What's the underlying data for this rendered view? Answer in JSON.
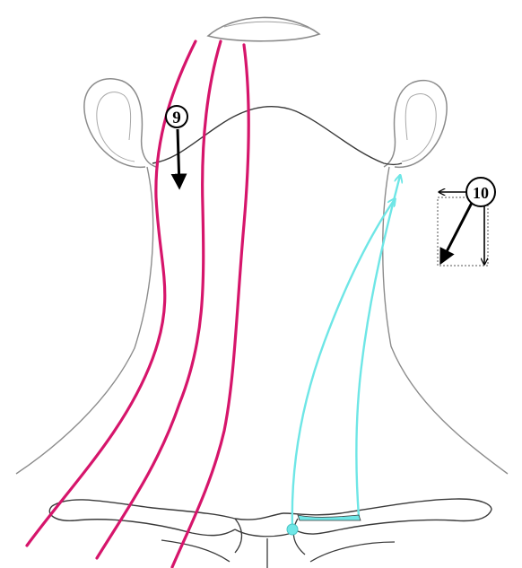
{
  "markers": [
    {
      "id": "marker-9",
      "label": "9"
    },
    {
      "id": "marker-10",
      "label": "10"
    }
  ],
  "colors": {
    "outline": "#8c8c8c",
    "contour": "#3a3a3a",
    "magenta": "#d6156b",
    "cyan": "#6ee6e6",
    "arrow": "#000000"
  }
}
